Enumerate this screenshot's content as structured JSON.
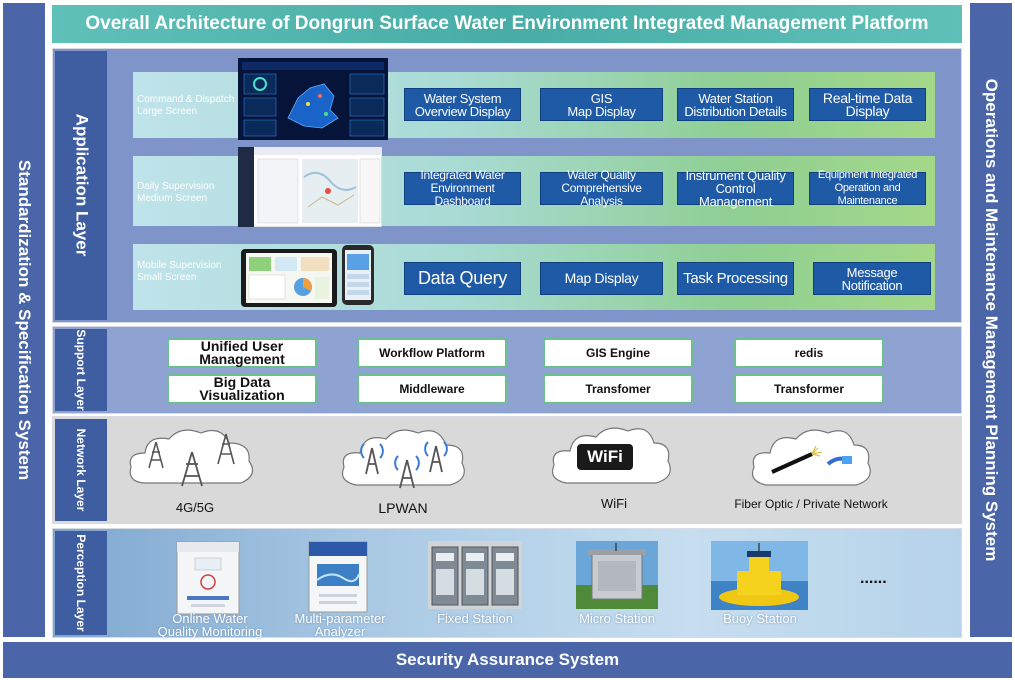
{
  "title": "Overall Architecture of Dongrun Surface Water Environment Integrated Management Platform",
  "left_system": "Standardization & Specification System",
  "right_system": "Operations and Maintenance Management Planning System",
  "bottom_system": "Security Assurance System",
  "layers": {
    "application": "Application Layer",
    "support": "Support Layer",
    "network": "Network Layer",
    "perception": "Perception Layer"
  },
  "application_rows": [
    {
      "label_line1": "Command & Dispatch",
      "label_line2": "Large Screen",
      "buttons": [
        {
          "line1": "Water System",
          "line2": "Overview Display"
        },
        {
          "line1": "GIS",
          "line2": "Map Display"
        },
        {
          "line1": "Water Station",
          "line2": "Distribution Details"
        },
        {
          "line1": "Real-time Data",
          "line2": "Display"
        }
      ]
    },
    {
      "label_line1": "Daily Supervision",
      "label_line2": "Medium Screen",
      "buttons": [
        {
          "line1": "Integrated Water",
          "line2": "Environment Dashboard"
        },
        {
          "line1": "Water Quality",
          "line2": "Comprehensive Analysis"
        },
        {
          "line1": "Instrument Quality",
          "line2": "Control Management"
        },
        {
          "line1": "Equipment Integrated",
          "line2": "Operation and Maintenance"
        }
      ]
    },
    {
      "label_line1": "Mobile Supervision",
      "label_line2": "Small Screen",
      "buttons": [
        {
          "line1": "Data Query",
          "line2": ""
        },
        {
          "line1": "Map Display",
          "line2": ""
        },
        {
          "line1": "Task Processing",
          "line2": ""
        },
        {
          "line1": "Message Notification",
          "line2": ""
        }
      ]
    }
  ],
  "support_items": [
    {
      "line1": "Unified User",
      "line2": "Management"
    },
    {
      "line1": "Workflow Platform",
      "line2": ""
    },
    {
      "line1": "GIS Engine",
      "line2": ""
    },
    {
      "line1": "redis",
      "line2": ""
    },
    {
      "line1": "Big Data",
      "line2": "Visualization"
    },
    {
      "line1": "Middleware",
      "line2": ""
    },
    {
      "line1": "Transfomer",
      "line2": ""
    },
    {
      "line1": "Transformer",
      "line2": ""
    }
  ],
  "network_items": [
    "4G/5G",
    "LPWAN",
    "WiFi",
    "Fiber Optic / Private Network"
  ],
  "wifi_logo": "WiFi",
  "perception_items": [
    {
      "line1": "Online Water",
      "line2": "Quality Monitoring"
    },
    {
      "line1": "Multi-parameter",
      "line2": "Analyzer"
    },
    {
      "line1": "Fixed Station",
      "line2": ""
    },
    {
      "line1": "Micro Station",
      "line2": ""
    },
    {
      "line1": "Buoy Station",
      "line2": ""
    }
  ],
  "ellipsis": "......",
  "colors": {
    "sidebar": "#4a66a8",
    "title_bar": "#4fb3ac",
    "app_button": "#1e5aa6",
    "support_border": "#6cc08b"
  }
}
